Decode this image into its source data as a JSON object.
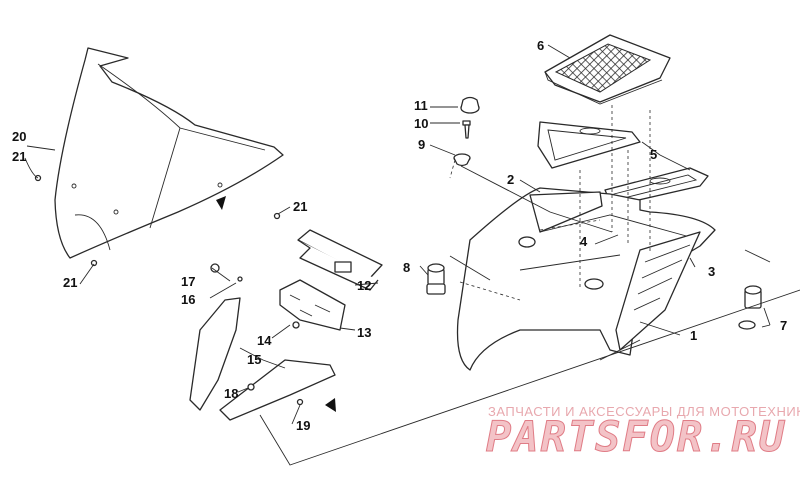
{
  "callouts": {
    "c1": "1",
    "c2": "2",
    "c3": "3",
    "c4": "4",
    "c5": "5",
    "c6": "6",
    "c7": "7",
    "c8": "8",
    "c9": "9",
    "c10": "10",
    "c11": "11",
    "c12": "12",
    "c13": "13",
    "c14": "14",
    "c15": "15",
    "c16": "16",
    "c17": "17",
    "c18": "18",
    "c19": "19",
    "c20": "20",
    "c21a": "21",
    "c21b": "21",
    "c21c": "21"
  },
  "watermark": {
    "caption": "ЗАПЧАСТИ И АКСЕССУАРЫ ДЛЯ МОТОТЕХНИКИ",
    "logo": "PARTSFOR.RU"
  },
  "colors": {
    "line": "#2a2a2a",
    "watermark": "#e07c86"
  }
}
